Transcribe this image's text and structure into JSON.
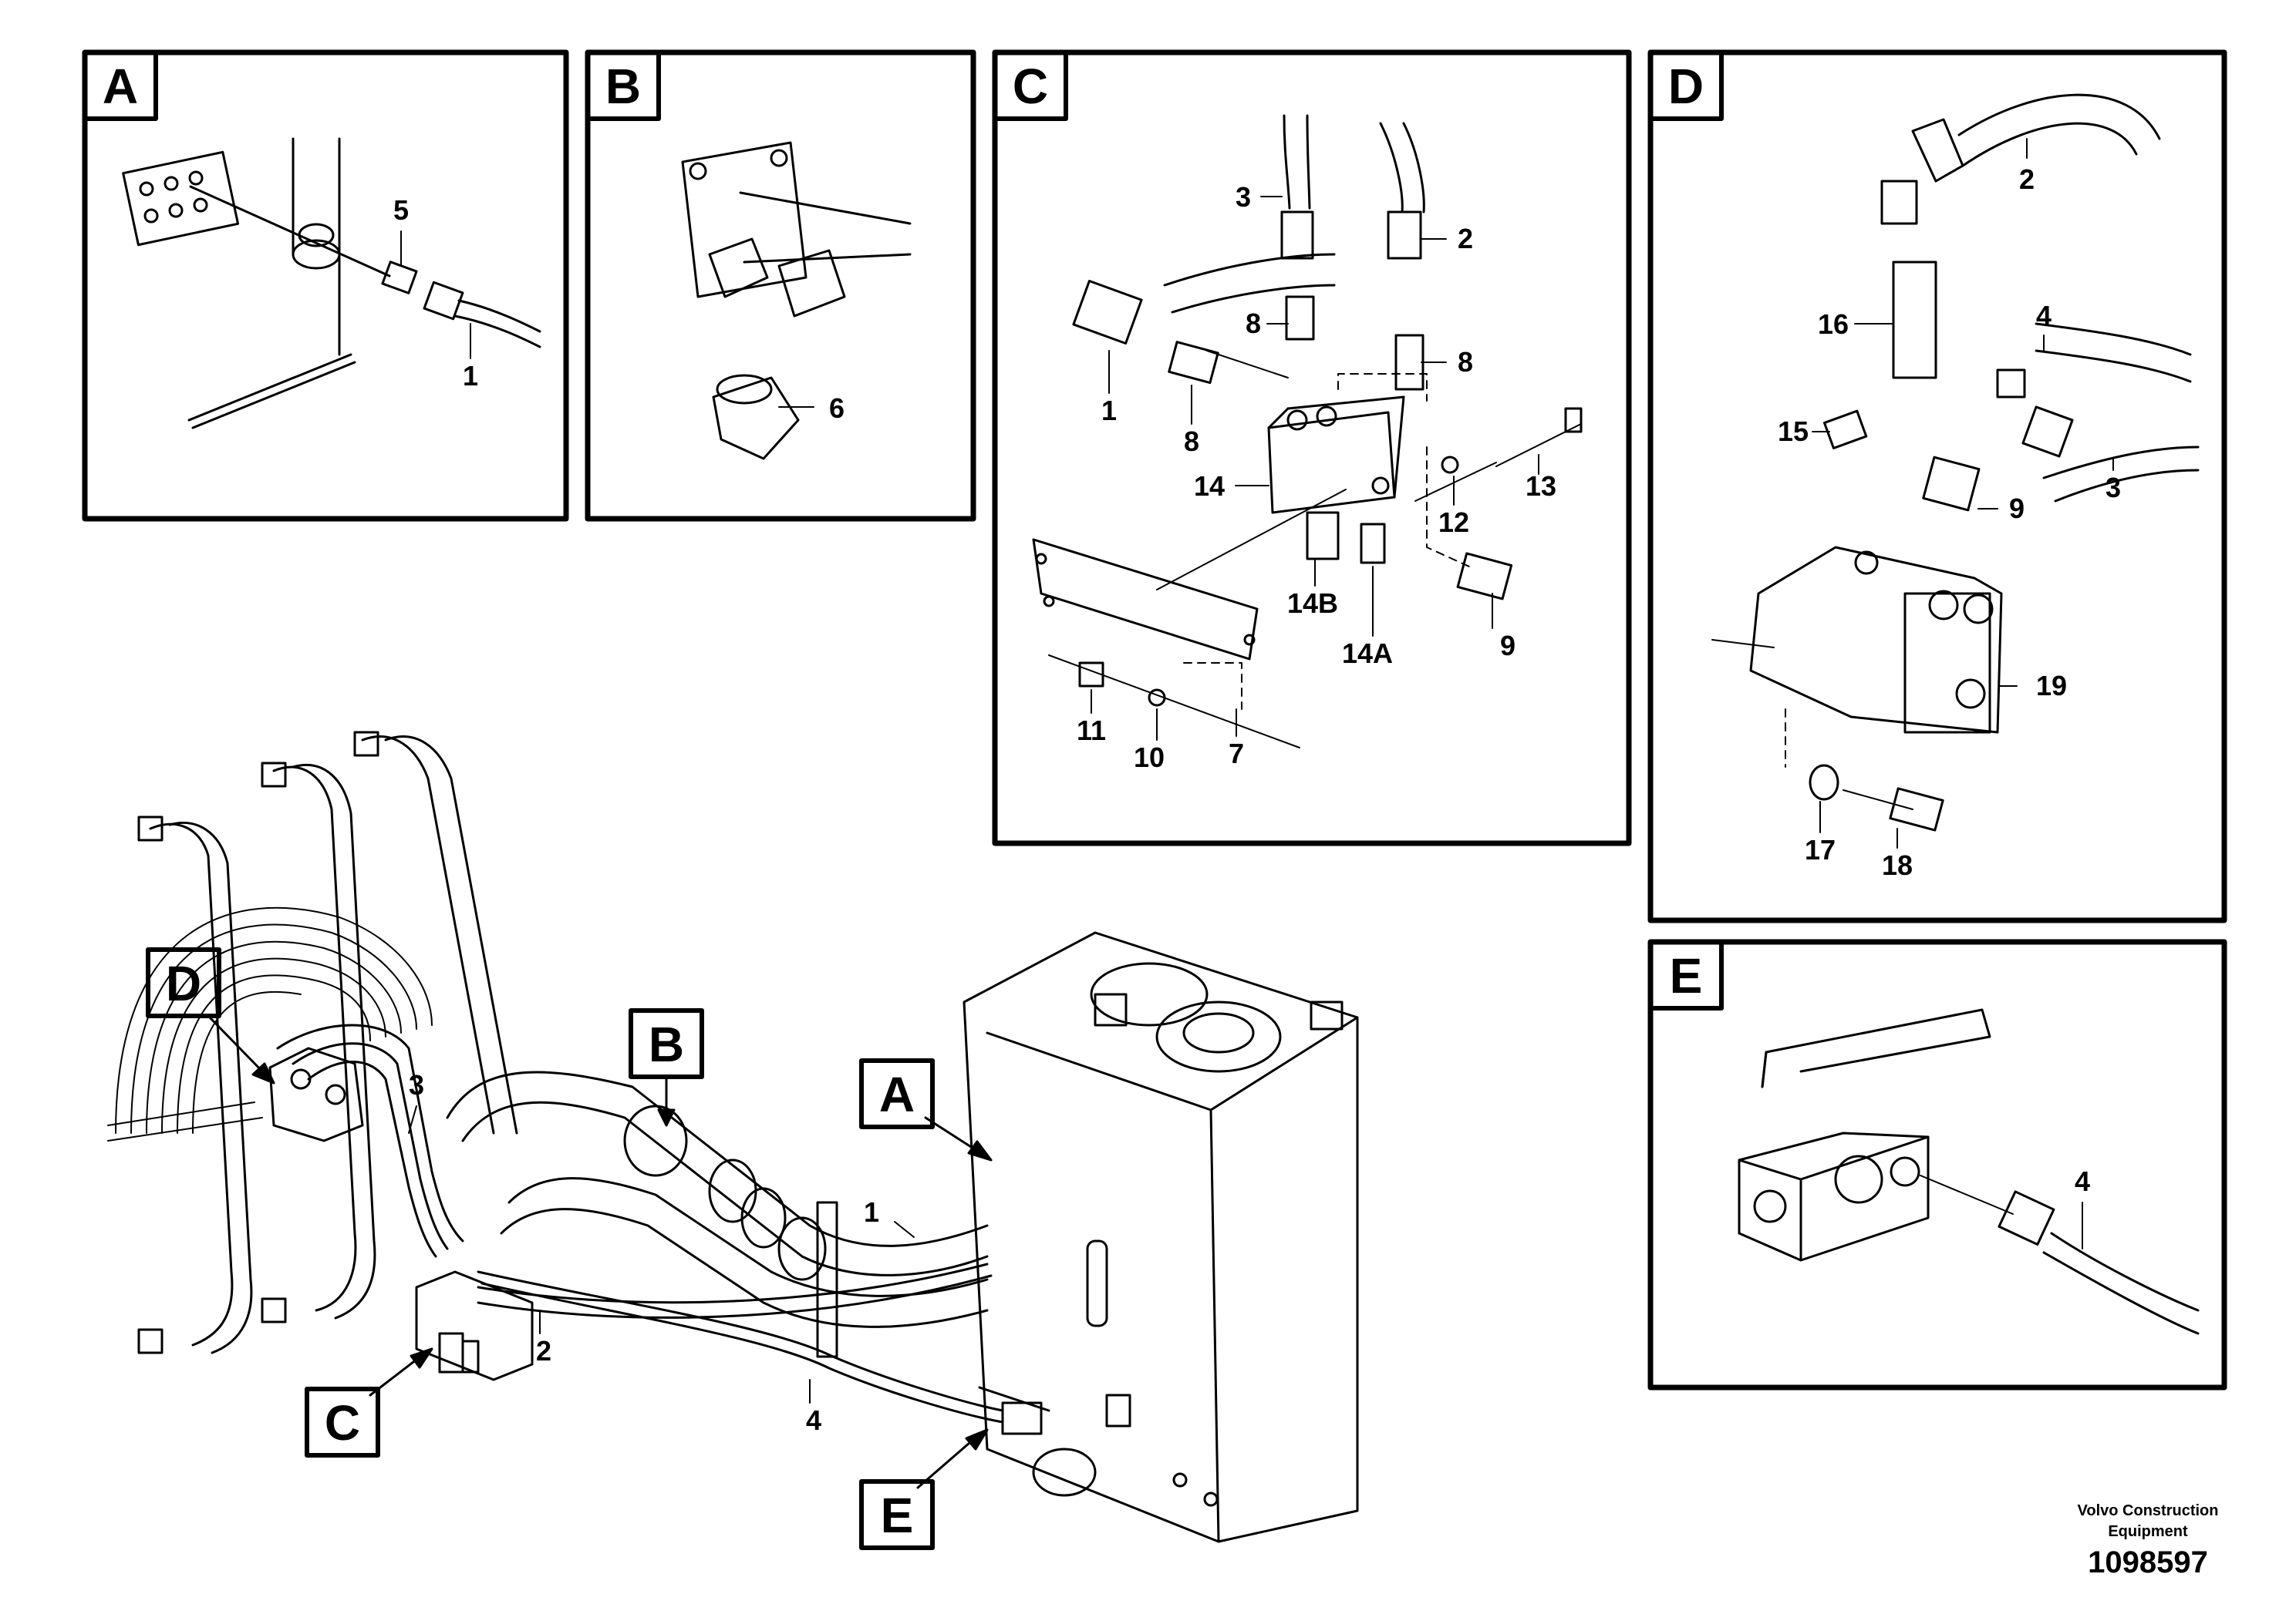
{
  "panels": {
    "a": {
      "tag": "A",
      "labels": [
        "5",
        "1"
      ]
    },
    "b": {
      "tag": "B",
      "labels": [
        "6"
      ]
    },
    "c": {
      "tag": "C",
      "labels": [
        "3",
        "2",
        "8",
        "8",
        "1",
        "8",
        "14",
        "12",
        "13",
        "14B",
        "14A",
        "9",
        "11",
        "10",
        "7"
      ]
    },
    "d": {
      "tag": "D",
      "labels": [
        "2",
        "16",
        "4",
        "15",
        "3",
        "9",
        "19",
        "17",
        "18"
      ]
    },
    "e": {
      "tag": "E",
      "labels": [
        "4"
      ]
    }
  },
  "overview": {
    "tags": [
      "D",
      "B",
      "A",
      "C",
      "E"
    ],
    "labels": [
      "3",
      "1",
      "2",
      "4"
    ]
  },
  "footer": {
    "brand_line1": "Volvo Construction",
    "brand_line2": "Equipment",
    "doc_number": "1098597"
  }
}
